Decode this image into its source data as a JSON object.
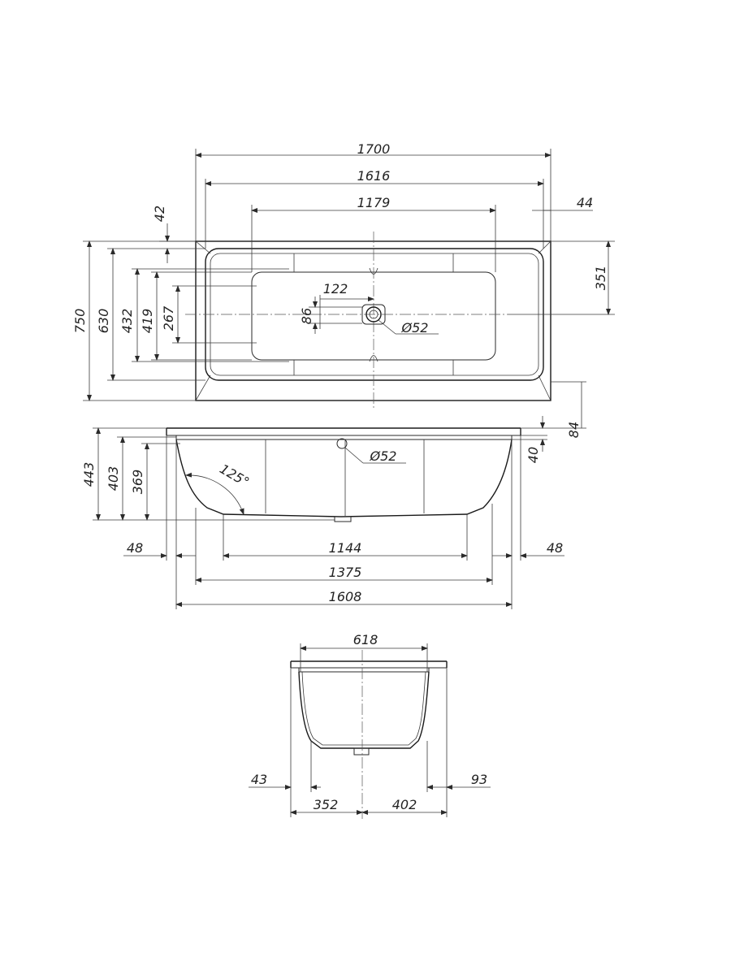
{
  "drawing": {
    "top_view": {
      "overall_length": "1700",
      "inner_length": "1616",
      "flat_bottom_length": "1179",
      "rim_left": "42",
      "rim_right": "44",
      "overall_width": "750",
      "inner_width": "630",
      "width_432": "432",
      "width_419": "419",
      "bottom_width": "267",
      "drain_from_wall": "351",
      "drain_offset_x": "122",
      "drain_offset_y": "86",
      "drain_diameter": "Ø52"
    },
    "side_view": {
      "height_total": "443",
      "height_403": "403",
      "height_369": "369",
      "rim_height": "84",
      "rim_lip": "40",
      "overflow_diameter": "Ø52",
      "angle": "125°",
      "left_gap": "48",
      "right_gap": "48",
      "bottom_length": "1144",
      "length_1375": "1375",
      "length_1608": "1608"
    },
    "end_view": {
      "top_width": "618",
      "left_gap": "43",
      "right_gap": "93",
      "left_half": "352",
      "right_half": "402"
    }
  },
  "colors": {
    "line": "#1a1a1a",
    "background": "#ffffff"
  }
}
